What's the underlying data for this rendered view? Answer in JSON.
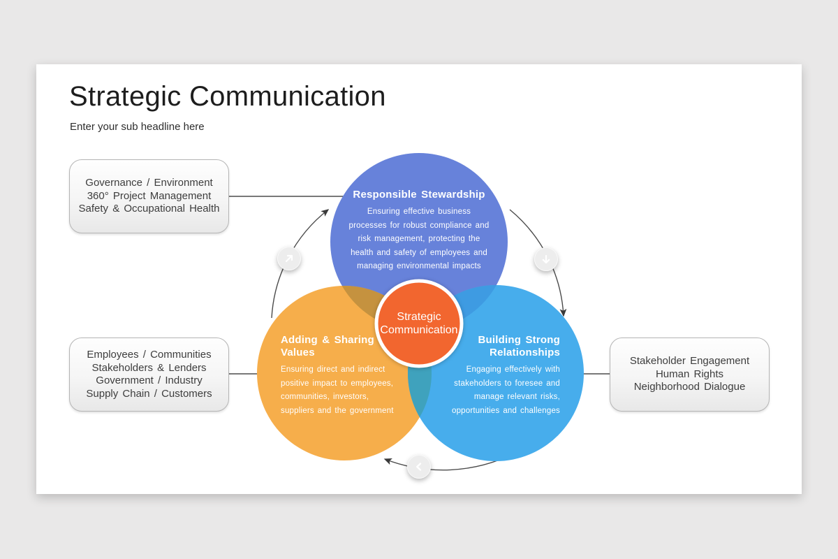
{
  "header": {
    "title": "Strategic Communication",
    "subtitle": "Enter your sub headline here"
  },
  "boxes": {
    "top_left": {
      "lines": [
        "Governance / Environment",
        "360° Project Management",
        "Safety & Occupational Health"
      ]
    },
    "mid_left": {
      "lines": [
        "Employees / Communities",
        "Stakeholders & Lenders",
        "Government / Industry",
        "Supply Chain / Customers"
      ]
    },
    "right": {
      "lines": [
        "Stakeholder Engagement",
        "Human Rights",
        "Neighborhood Dialogue"
      ]
    }
  },
  "venn": {
    "top_circle": {
      "title": "Responsible Stewardship",
      "body": [
        "Ensuring effective business",
        "processes for robust compliance and",
        "risk management, protecting the",
        "health and safety of employees and",
        "managing environmental impacts"
      ]
    },
    "left_circle": {
      "title_lines": [
        "Adding & Sharing",
        "Values"
      ],
      "body": [
        "Ensuring direct and indirect",
        "positive impact to employees,",
        "communities, investors,",
        "suppliers and the government"
      ]
    },
    "right_circle": {
      "title_lines": [
        "Building Strong",
        "Relationships"
      ],
      "body": [
        "Engaging effectively with",
        "stakeholders to foresee and",
        "manage relevant risks,",
        "opportunities and challenges"
      ]
    },
    "center": {
      "lines": [
        "Strategic",
        "Communication"
      ]
    }
  },
  "colors": {
    "top_circle": "#6782DA",
    "left_circle": "#F6AE4B",
    "right_circle": "#47ADEC",
    "overlap_top_left": "#C5923F",
    "overlap_top_right": "#3E9BE2",
    "overlap_left_right": "#3FA2BD",
    "center_circle": "#F2662F",
    "line": "#4b4b4b"
  }
}
